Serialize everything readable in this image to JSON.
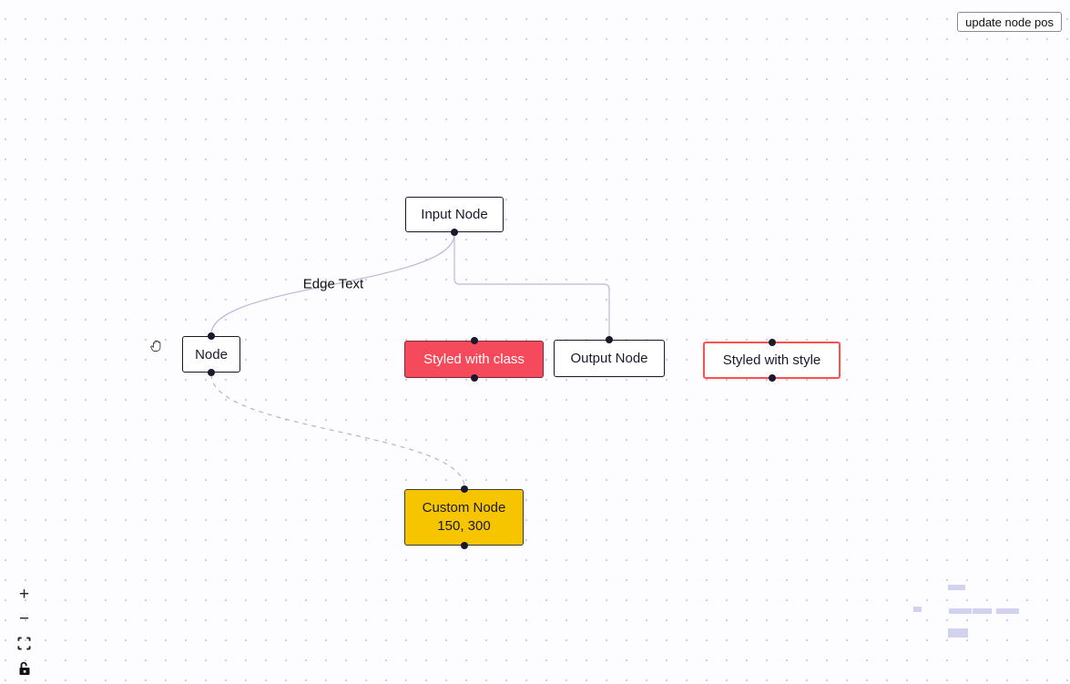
{
  "panel": {
    "update_button_label": "update node pos"
  },
  "nodes": {
    "input": {
      "label": "Input Node"
    },
    "default_node": {
      "label": "Node"
    },
    "styled_class": {
      "label": "Styled with class"
    },
    "output": {
      "label": "Output Node"
    },
    "styled_style": {
      "label": "Styled with style"
    },
    "custom": {
      "line1": "Custom Node",
      "line2": "150, 300"
    }
  },
  "edges": {
    "labeled_edge": {
      "label": "Edge Text"
    }
  },
  "controls": {
    "zoom_in_glyph": "+",
    "zoom_out_glyph": "−"
  },
  "colors": {
    "canvas_background": "#fdfdff",
    "grid_dot": "#c9c9ec",
    "node_border": "#1a192b",
    "class_node_background": "#f5495c",
    "class_node_text": "#ffffff",
    "style_node_border": "#ff5050",
    "custom_node_background": "#f6c500",
    "edge_stroke": "#b9b9d8",
    "minimap_node_fill": "#d2d2f0"
  }
}
